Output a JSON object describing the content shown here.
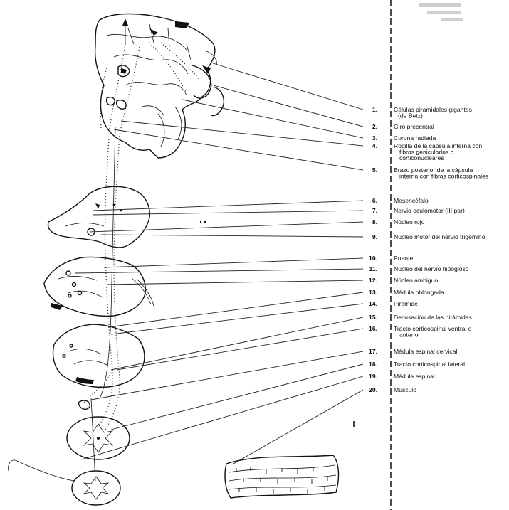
{
  "labels": [
    {
      "n": "1.",
      "lines": [
        "Células piramidales gigantes",
        "(de Betz)"
      ]
    },
    {
      "n": "2.",
      "lines": [
        "Giro precentral"
      ]
    },
    {
      "n": "3.",
      "lines": [
        "Corona radiada"
      ]
    },
    {
      "n": "4.",
      "lines": [
        "Rodilla de la cápsula interna con",
        "fibras geniculadas o",
        "corticonucleares"
      ]
    },
    {
      "n": "5.",
      "lines": [
        "Brazo posterior de la cápsula",
        "interna con fibras corticospinales"
      ]
    },
    {
      "n": "6.",
      "lines": [
        "Mesencéfalo"
      ]
    },
    {
      "n": "7.",
      "lines": [
        "Nervio oculomotor (III par)"
      ]
    },
    {
      "n": "8.",
      "lines": [
        "Núcleo rojo"
      ]
    },
    {
      "n": "9.",
      "lines": [
        "Núcleo motor del nervio trigémino"
      ]
    },
    {
      "n": "10.",
      "lines": [
        "Puente"
      ]
    },
    {
      "n": "11.",
      "lines": [
        "Núcleo del nervio hipogloso"
      ]
    },
    {
      "n": "12.",
      "lines": [
        "Núcleo ambiguo"
      ]
    },
    {
      "n": "13.",
      "lines": [
        "Médula oblongada"
      ]
    },
    {
      "n": "14.",
      "lines": [
        "Pirámide"
      ]
    },
    {
      "n": "15.",
      "lines": [
        "Decusación de las pirámides"
      ]
    },
    {
      "n": "16.",
      "lines": [
        "Tracto corticospinal ventral o",
        "anterior"
      ]
    },
    {
      "n": "17.",
      "lines": [
        "Médula espinal cervical"
      ]
    },
    {
      "n": "18.",
      "lines": [
        "Tracto corticospinal lateral"
      ]
    },
    {
      "n": "19.",
      "lines": [
        "Médula espinal"
      ]
    },
    {
      "n": "20.",
      "lines": [
        "Músculo"
      ]
    }
  ]
}
